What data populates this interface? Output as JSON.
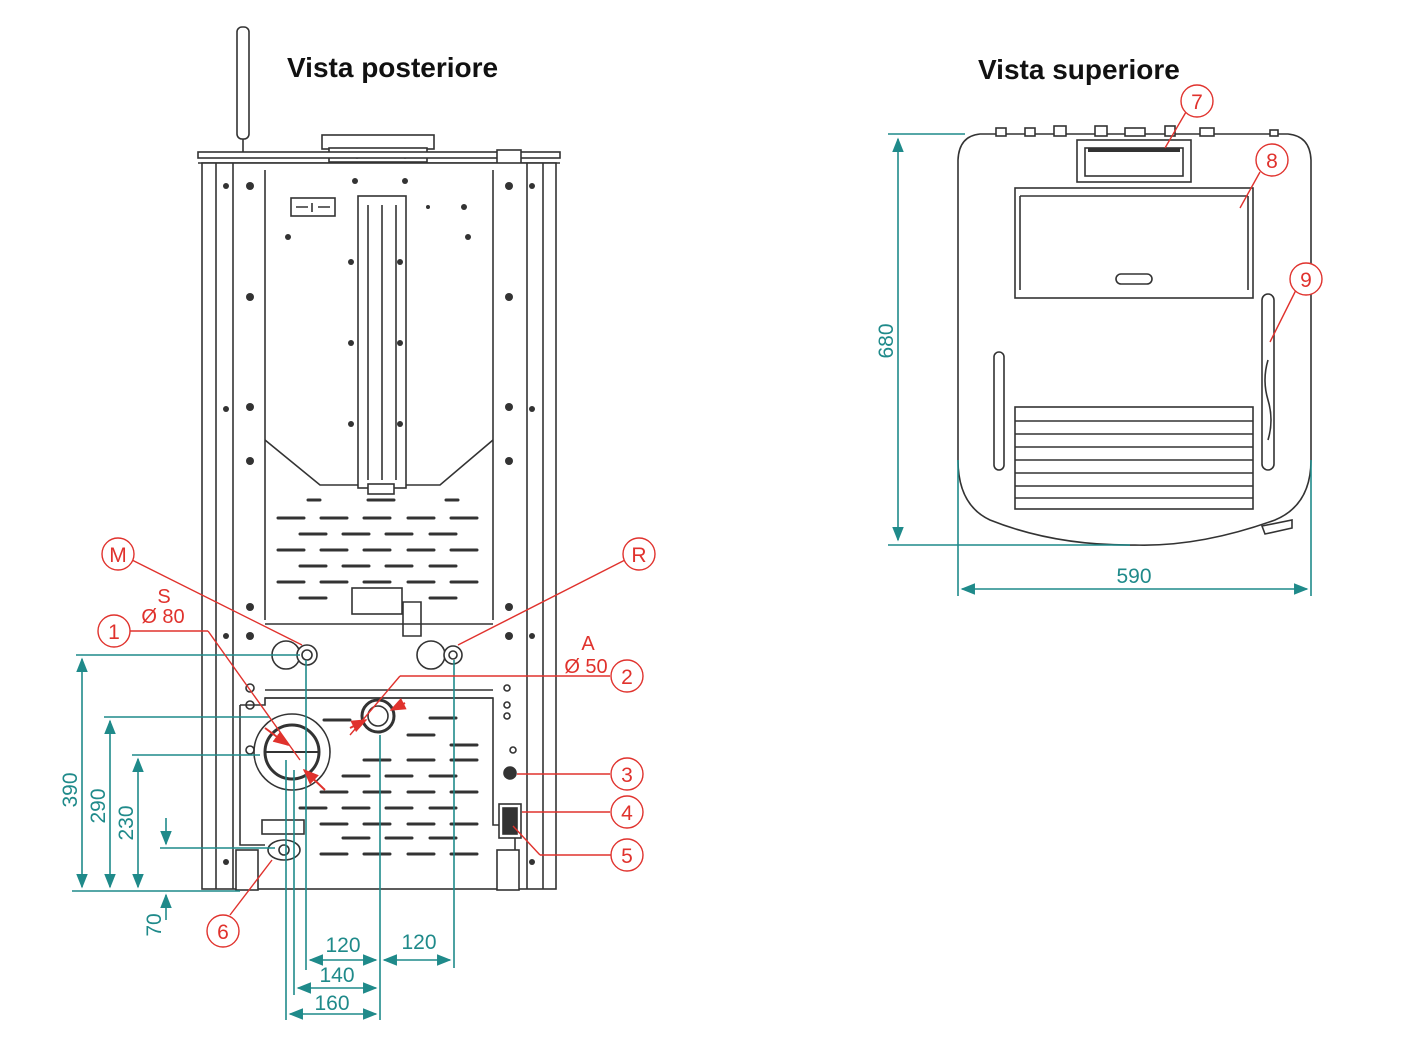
{
  "titles": {
    "rear": "Vista posteriore",
    "top": "Vista superiore"
  },
  "colors": {
    "drawing": "#333333",
    "dimension": "#1f8a8a",
    "callout": "#e0322d"
  },
  "rear_view": {
    "dimensions": {
      "h390": "390",
      "h290": "290",
      "h230": "230",
      "h70": "70",
      "w120_left": "120",
      "w120_right": "120",
      "w140": "140",
      "w160": "160"
    },
    "connections": {
      "S_label": "S",
      "S_diameter": "Ø 80",
      "A_label": "A",
      "A_diameter": "Ø 50"
    },
    "callouts": {
      "M": "M",
      "R": "R",
      "c1": "1",
      "c2": "2",
      "c3": "3",
      "c4": "4",
      "c5": "5",
      "c6": "6"
    }
  },
  "top_view": {
    "dimensions": {
      "depth": "680",
      "width": "590"
    },
    "callouts": {
      "c7": "7",
      "c8": "8",
      "c9": "9"
    }
  }
}
